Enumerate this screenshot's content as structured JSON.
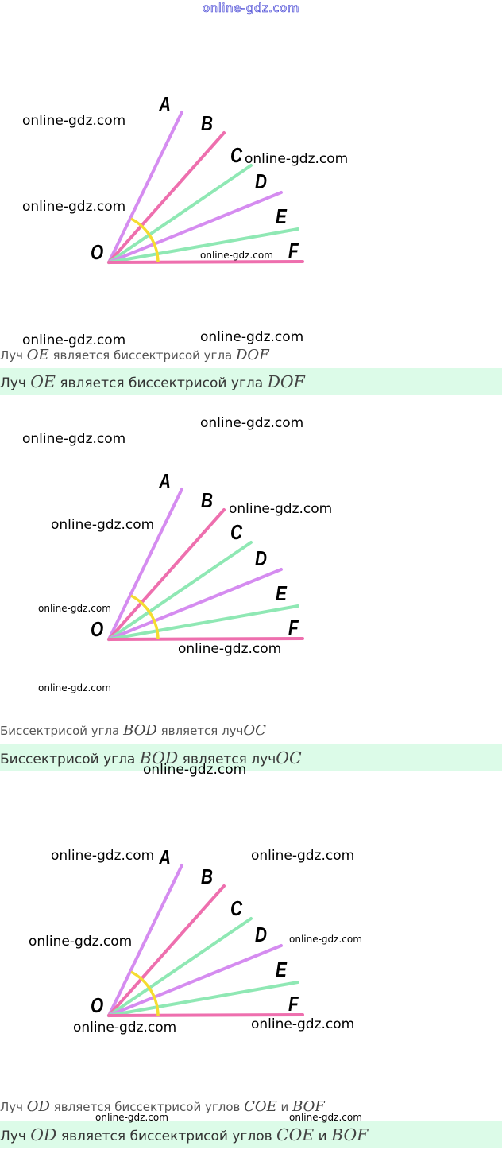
{
  "header": {
    "site": "online-gdz.com"
  },
  "watermark": "online-gdz.com",
  "colors": {
    "ray_purple": "#d58cf0",
    "ray_pink": "#ee6fae",
    "ray_green": "#8fe8b4",
    "arc": "#f5dc30",
    "highlight": "#dcfbe8"
  },
  "diagram": {
    "labels": {
      "A": "A",
      "B": "B",
      "C": "C",
      "D": "D",
      "E": "E",
      "F": "F",
      "O": "O"
    }
  },
  "answers": [
    {
      "text_before": "Луч ",
      "m1": "OE",
      "text_mid": " является биссектрисой угла ",
      "m2": "DOF",
      "text_mid2": "",
      "m3": ""
    },
    {
      "text_before": "Биссектрисой угла ",
      "m1": "BOD",
      "text_mid": " является луч",
      "m2": "OC",
      "text_mid2": "",
      "m3": ""
    },
    {
      "text_before": "Луч ",
      "m1": "OD",
      "text_mid": " является биссектрисой углов ",
      "m2": "COE",
      "text_mid2": " и ",
      "m3": "BOF"
    }
  ]
}
